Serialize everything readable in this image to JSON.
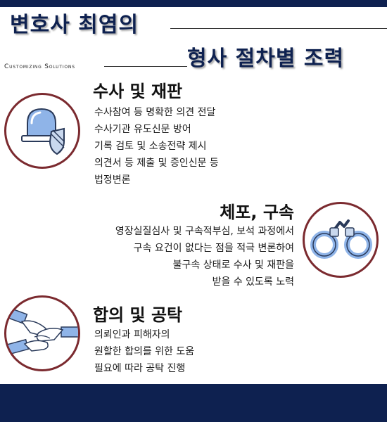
{
  "header": {
    "title_line1": "변호사 최염의",
    "subtitle": "Customizing Solutions",
    "title_line2": "형사 절차별 조력"
  },
  "sections": [
    {
      "heading": "수사 및 재판",
      "icon": "police-siren-shield-icon",
      "lines": [
        "수사참여 등 명확한 의견 전달",
        "수사기관 유도신문 방어",
        "기록 검토 및 소송전략 제시",
        "의견서 등 제출 및 증인신문 등",
        "법정변론"
      ]
    },
    {
      "heading": "체포, 구속",
      "icon": "handcuffs-icon",
      "lines": [
        "영장실질심사 및 구속적부심, 보석 과정에서",
        "구속 요건이 없다는 점을 적극 변론하여",
        "불구속 상태로 수사 및 재판을",
        "받을 수 있도록 노력"
      ]
    },
    {
      "heading": "합의 및 공탁",
      "icon": "joined-hands-icon",
      "lines": [
        "의뢰인과 피해자의",
        "원할한 합의를 위한 도움",
        "필요에 따라 공탁 진행"
      ]
    }
  ],
  "colors": {
    "navy": "#0e2150",
    "circle_border": "#7b2a2f",
    "icon_blue": "#8fb4e8",
    "icon_stroke": "#2a3a5a"
  }
}
